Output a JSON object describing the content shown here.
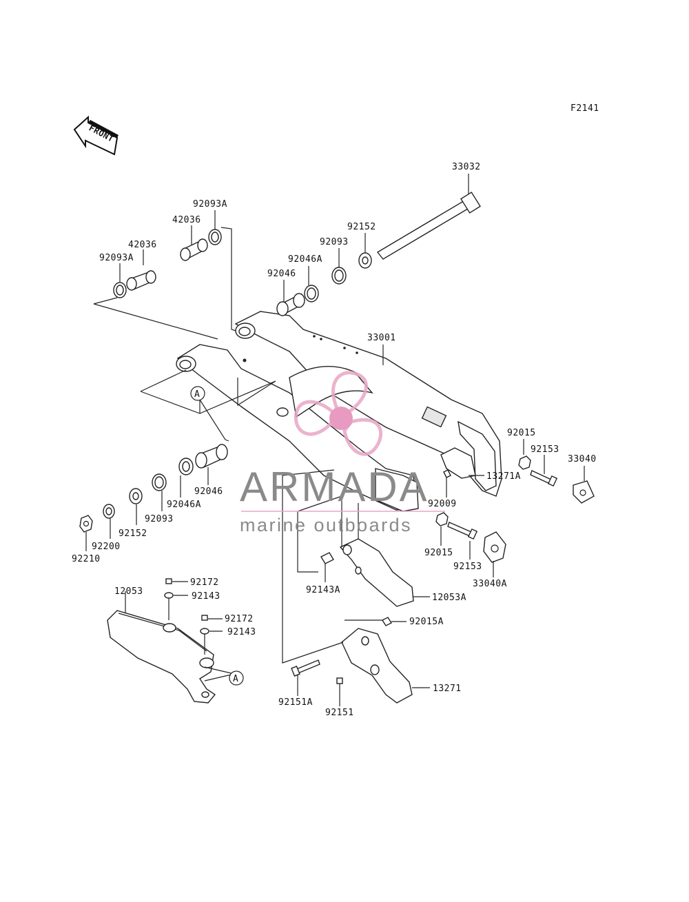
{
  "figure_code": "F2141",
  "front_label": "FRONT",
  "callout_letter": "A",
  "watermark": {
    "brand": "ARMADA",
    "tagline": "marine outboards",
    "brand_color": "#8a8a8a",
    "logo_color": "#e8a6c6",
    "logo_center_color": "#e489b6"
  },
  "part_labels": {
    "p33032": "33032",
    "p92093A_top": "92093A",
    "p42036_top": "42036",
    "p42036_left": "42036",
    "p92093A_left": "92093A",
    "p92152_top": "92152",
    "p92093_top": "92093",
    "p92046A_top": "92046A",
    "p92046_top": "92046",
    "p33001": "33001",
    "p92015_right": "92015",
    "p92153_right": "92153",
    "p33040": "33040",
    "p13271A": "13271A",
    "p92009": "92009",
    "p92046_bottom": "92046",
    "p92046A_bottom": "92046A",
    "p92093_bottom": "92093",
    "p92152_bottom": "92152",
    "p92200": "92200",
    "p92210": "92210",
    "p92015_mid": "92015",
    "p92153_mid": "92153",
    "p33040A": "33040A",
    "p92143A": "92143A",
    "p12053A": "12053A",
    "p92172_a": "92172",
    "p92143_a": "92143",
    "p12053": "12053",
    "p92172_b": "92172",
    "p92143_b": "92143",
    "p92015A": "92015A",
    "p13271": "13271",
    "p92151A": "92151A",
    "p92151": "92151"
  }
}
